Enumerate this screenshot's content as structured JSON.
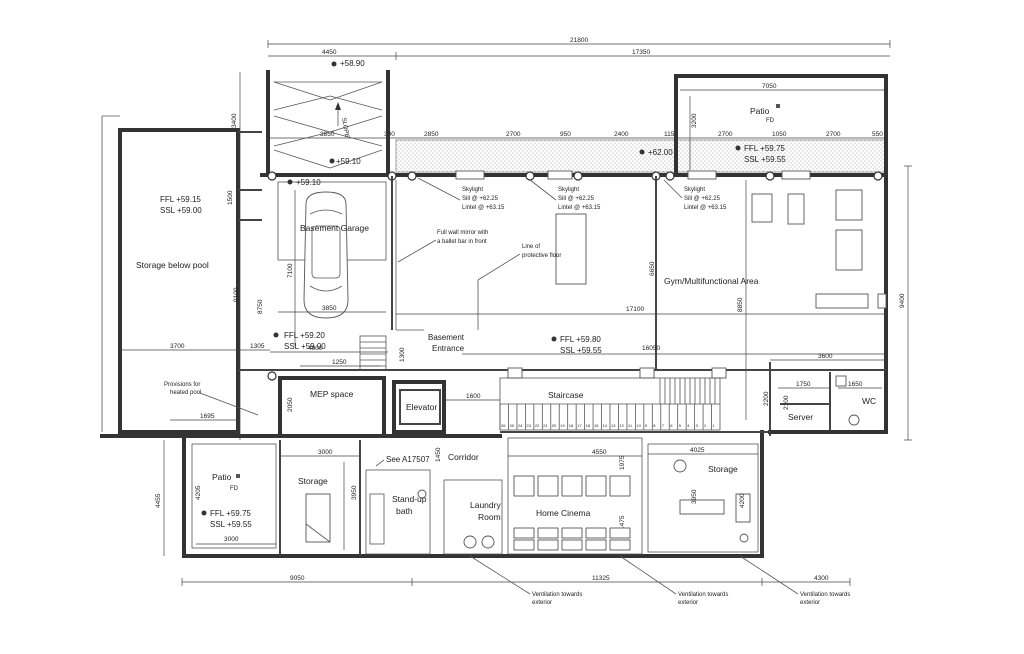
{
  "rooms": {
    "storage_below_pool": "Storage below pool",
    "basement_garage": "Basement Garage",
    "gym": "Gym/Multifunctional Area",
    "patio_top": "Patio",
    "patio_bottom": "Patio",
    "mep": "MEP space",
    "elevator": "Elevator",
    "staircase": "Staircase",
    "corridor": "Corridor",
    "storage_left": "Storage",
    "standup_bath": [
      "Stand-up",
      "bath"
    ],
    "laundry": [
      "Laundry",
      "Room"
    ],
    "home_cinema": "Home Cinema",
    "storage_right": "Storage",
    "server": "Server",
    "wc": "WC",
    "basement_entrance": [
      "Basement",
      "Entrance"
    ]
  },
  "notes": {
    "provisions": [
      "Provisions for",
      "heated pool"
    ],
    "mirror": [
      "Full wall mirror with",
      "a ballet bar in front"
    ],
    "protective_floor": [
      "Line of",
      "protective floor"
    ],
    "see_ref": "See A17507",
    "skylight": [
      "Skylight",
      "Sill @ +62.25",
      "Lintel @ +63.15"
    ],
    "ventilation": [
      "Ventilation towards",
      "exterior"
    ],
    "fd": "FD",
    "slope": "SLOPE"
  },
  "levels": {
    "ffl_5915": "FFL +59.15",
    "ssl_5900": "SSL +59.00",
    "ffl_5975": "FFL +59.75",
    "ssl_5955": "SSL +59.55",
    "ffl_5920": "FFL +59.20",
    "ssl_5900b": "SSL +59.00",
    "ffl_5980": "FFL +59.80",
    "ssl_5955b": "SSL +59.55",
    "ffl_5975b": "FFL +59.75",
    "ssl_5955c": "SSL +59.55",
    "ramp_top": "+58.90",
    "lvl_5910": "+59.10",
    "lvl_5910b": "+59.10",
    "lvl_6200": "+62.00"
  },
  "dims": {
    "d21800": "21800",
    "d4450": "4450",
    "d17350": "17350",
    "d7050": "7050",
    "d3850": "3850",
    "d300": "300",
    "d2850": "2850",
    "d2700a": "2700",
    "d950": "950",
    "d2400": "2400",
    "d1150": "1150",
    "d2700b": "2700",
    "d1050": "1050",
    "d2700c": "2700",
    "d550": "550",
    "d3200": "3200",
    "d3400": "3400",
    "d1500": "1500",
    "d7100": "7100",
    "d3850b": "3850",
    "d8750": "8750",
    "d9100": "9100",
    "d6650": "6650",
    "d8850": "8850",
    "d9400": "9400",
    "d17100": "17100",
    "d3700": "3700",
    "d1305": "1305",
    "d4900": "4900",
    "d1250": "1250",
    "d1300": "1300",
    "d16050": "16050",
    "d3600": "3600",
    "d1750": "1750",
    "d1650": "1650",
    "d2200": "2200",
    "d2100": "2100",
    "d1695": "1695",
    "d2050": "2050",
    "d1600": "1600",
    "d3000a": "3000",
    "d1450": "1450",
    "d4550": "4550",
    "d4025": "4025",
    "d1975": "1975",
    "d3950a": "3950",
    "d3950b": "3950",
    "d4205": "4205",
    "d4455": "4455",
    "d3000b": "3000",
    "d1475": "1475",
    "d4200": "4200",
    "d9050": "9050",
    "d11325": "11325",
    "d4300": "4300"
  },
  "stair_numbers": [
    "26",
    "25",
    "24",
    "23",
    "22",
    "21",
    "20",
    "19",
    "18",
    "17",
    "16",
    "15",
    "14",
    "13",
    "12",
    "11",
    "10",
    "9",
    "8",
    "7",
    "6",
    "5",
    "4",
    "3",
    "2",
    "1"
  ]
}
